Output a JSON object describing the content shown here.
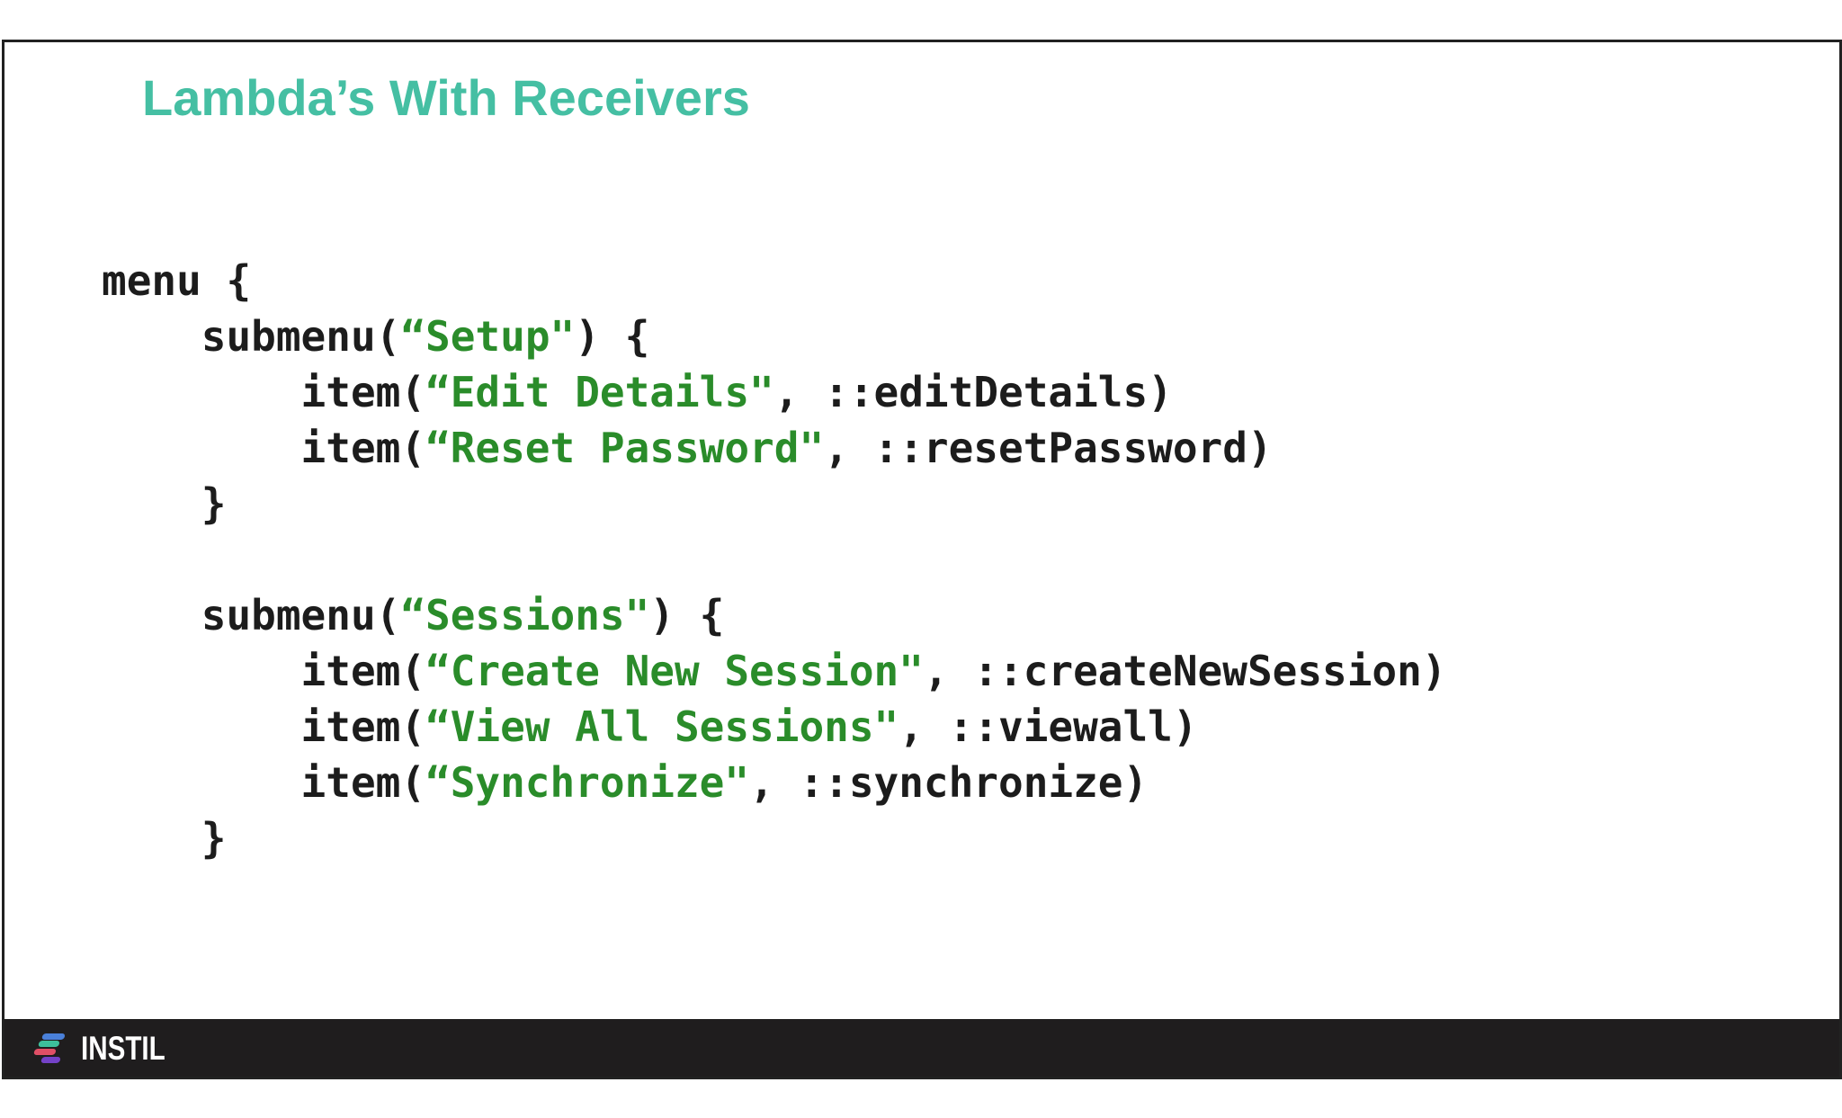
{
  "slide": {
    "title": "Lambda’s With Receivers"
  },
  "code": {
    "lines": [
      {
        "segments": [
          {
            "type": "plain",
            "text": "menu {"
          }
        ]
      },
      {
        "segments": [
          {
            "type": "plain",
            "text": "    submenu("
          },
          {
            "type": "string",
            "text": "“Setup\""
          },
          {
            "type": "plain",
            "text": ") {"
          }
        ]
      },
      {
        "segments": [
          {
            "type": "plain",
            "text": "        item("
          },
          {
            "type": "string",
            "text": "“Edit Details\""
          },
          {
            "type": "plain",
            "text": ", ::editDetails)"
          }
        ]
      },
      {
        "segments": [
          {
            "type": "plain",
            "text": "        item("
          },
          {
            "type": "string",
            "text": "“Reset Password\""
          },
          {
            "type": "plain",
            "text": ", ::resetPassword)"
          }
        ]
      },
      {
        "segments": [
          {
            "type": "plain",
            "text": "    }"
          }
        ]
      },
      {
        "segments": []
      },
      {
        "segments": [
          {
            "type": "plain",
            "text": "    submenu("
          },
          {
            "type": "string",
            "text": "“Sessions\""
          },
          {
            "type": "plain",
            "text": ") {"
          }
        ]
      },
      {
        "segments": [
          {
            "type": "plain",
            "text": "        item("
          },
          {
            "type": "string",
            "text": "“Create New Session\""
          },
          {
            "type": "plain",
            "text": ", ::createNewSession)"
          }
        ]
      },
      {
        "segments": [
          {
            "type": "plain",
            "text": "        item("
          },
          {
            "type": "string",
            "text": "“View All Sessions\""
          },
          {
            "type": "plain",
            "text": ", ::viewall)"
          }
        ]
      },
      {
        "segments": [
          {
            "type": "plain",
            "text": "        item("
          },
          {
            "type": "string",
            "text": "“Synchronize\""
          },
          {
            "type": "plain",
            "text": ", ::synchronize)"
          }
        ]
      },
      {
        "segments": [
          {
            "type": "plain",
            "text": "    }"
          }
        ]
      }
    ]
  },
  "footer": {
    "brand": "INSTIL",
    "logo_stripe_colors": [
      "#4A80D9",
      "#3DBF9B",
      "#E04F66",
      "#7442C8"
    ]
  },
  "colors": {
    "title": "#45BFA3",
    "code_plain": "#1C1C1C",
    "code_string": "#2A8C2A",
    "footer_bg": "#1F1D1E",
    "slide_border": "#222222"
  }
}
